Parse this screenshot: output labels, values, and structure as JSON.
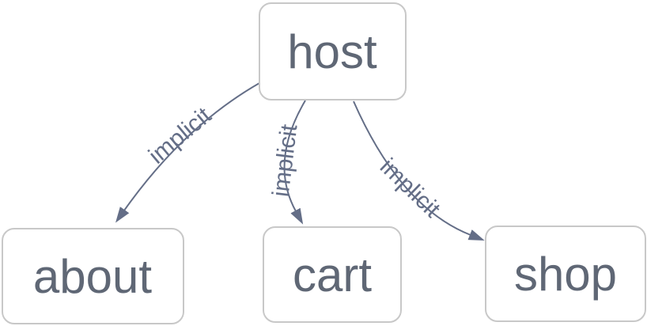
{
  "diagram": {
    "kind": "network-graph",
    "nodes": [
      {
        "id": "host",
        "label": "host"
      },
      {
        "id": "about",
        "label": "about"
      },
      {
        "id": "cart",
        "label": "cart"
      },
      {
        "id": "shop",
        "label": "shop"
      }
    ],
    "edges": [
      {
        "from": "host",
        "to": "about",
        "label": "implicit",
        "arrow": "to"
      },
      {
        "from": "host",
        "to": "cart",
        "label": "implicit",
        "arrow": "to"
      },
      {
        "from": "host",
        "to": "shop",
        "label": "implicit",
        "arrow": "to"
      }
    ]
  },
  "colors": {
    "canvas_bg": "#ffffff",
    "node_border": "#c8c8c8",
    "node_fill": "#ffffff",
    "node_text": "#5f6775",
    "edge": "#646e87",
    "edge_label": "#646e87"
  }
}
